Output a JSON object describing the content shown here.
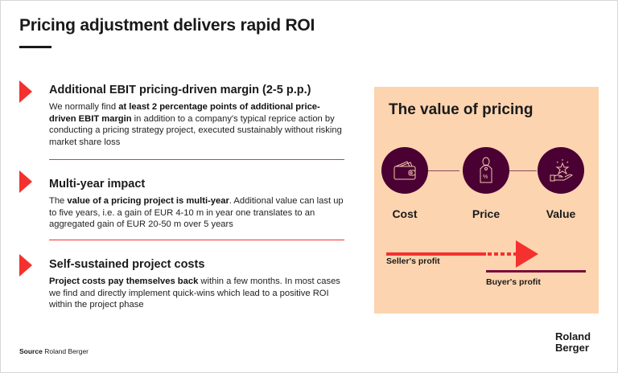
{
  "title": "Pricing adjustment delivers rapid ROI",
  "sections": [
    {
      "heading": "Additional EBIT pricing-driven margin (2-5 p.p.)",
      "pre": "We normally find ",
      "bold": "at least 2 percentage points of additional price-driven EBIT margin",
      "post": " in addition to a company's typical reprice action by conducting a pricing strategy project, executed sustainably without risking market share loss"
    },
    {
      "heading": "Multi-year impact",
      "pre": "The ",
      "bold": "value of a pricing project is multi-year",
      "post": ". Additional value can last up to five years, i.e. a gain of EUR 4-10 m in year one translates to an aggregated gain of EUR 20-50 m over 5 years"
    },
    {
      "heading": "Self-sustained project costs",
      "pre": "",
      "bold": "Project costs pay themselves back",
      "post": " within a few months. In most cases we find and directly implement quick-wins which lead to a positive ROI within the project phase"
    }
  ],
  "panel": {
    "title": "The value of pricing",
    "steps": [
      {
        "label": "Cost",
        "icon": "wallet-icon"
      },
      {
        "label": "Price",
        "icon": "price-tag-icon"
      },
      {
        "label": "Value",
        "icon": "star-hand-icon"
      }
    ],
    "seller": "Seller's profit",
    "buyer": "Buyer's profit",
    "colors": {
      "bg": "#fcd4b0",
      "maroon": "#4a0032",
      "red": "#f4312f"
    }
  },
  "source_label": "Source",
  "source_value": "Roland Berger",
  "logo": {
    "line1": "Roland",
    "line2": "Berger"
  }
}
